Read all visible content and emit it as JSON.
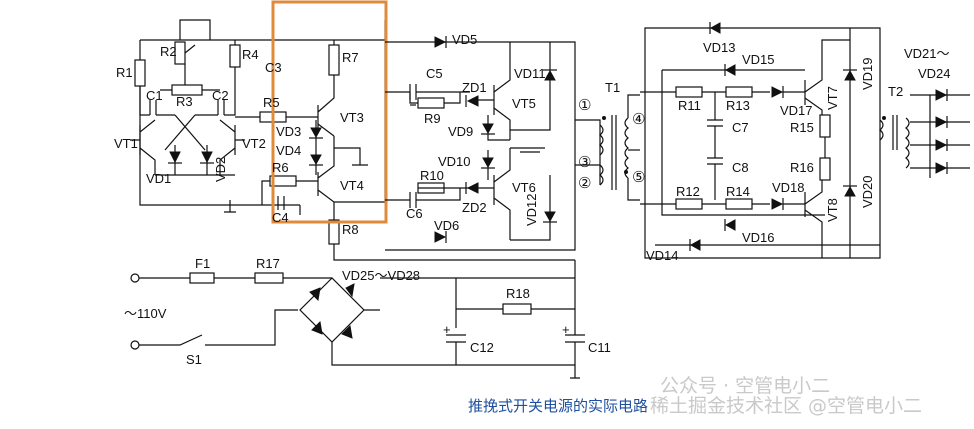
{
  "caption": "推挽式开关电源的实际电路",
  "watermark": {
    "left": "公众号 · 空管电小二",
    "right": "稀土掘金技术社区 @空管电小二"
  },
  "supply": {
    "ac_label": "～110V",
    "switch": "S1",
    "fuse": "F1",
    "res": "R17",
    "bridge": "VD25～VD28",
    "res2": "R18",
    "cap1": "C12",
    "cap2": "C11"
  },
  "labels": {
    "R1": "R1",
    "R2": "R2",
    "R3": "R3",
    "R4": "R4",
    "R5": "R5",
    "R6": "R6",
    "R7": "R7",
    "R8": "R8",
    "R9": "R9",
    "R10": "R10",
    "R11": "R11",
    "R12": "R12",
    "R13": "R13",
    "R14": "R14",
    "R15": "R15",
    "R16": "R16",
    "C1": "C1",
    "C2": "C2",
    "C3": "C3",
    "C4": "C4",
    "C5": "C5",
    "C6": "C6",
    "C7": "C7",
    "C8": "C8",
    "VT1": "VT1",
    "VT2": "VT2",
    "VT3": "VT3",
    "VT4": "VT4",
    "VT5": "VT5",
    "VT6": "VT6",
    "VT7": "VT7",
    "VT8": "VT8",
    "VD1": "VD1",
    "VD2": "VD2",
    "VD3": "VD3",
    "VD4": "VD4",
    "VD5": "VD5",
    "VD6": "VD6",
    "VD9": "VD9",
    "VD10": "VD10",
    "VD11": "VD11",
    "VD12": "VD12",
    "VD13": "VD13",
    "VD14": "VD14",
    "VD15": "VD15",
    "VD16": "VD16",
    "VD17": "VD17",
    "VD18": "VD18",
    "VD19": "VD19",
    "VD20": "VD20",
    "VD21": "VD21～",
    "VD24": "VD24",
    "ZD1": "ZD1",
    "ZD2": "ZD2",
    "T1": "T1",
    "T2": "T2",
    "p1": "①",
    "p2": "②",
    "p3": "③",
    "p4": "④",
    "p5": "⑤"
  },
  "highlight_color": "#e08a3c",
  "caption_color": "#1e4fa0"
}
